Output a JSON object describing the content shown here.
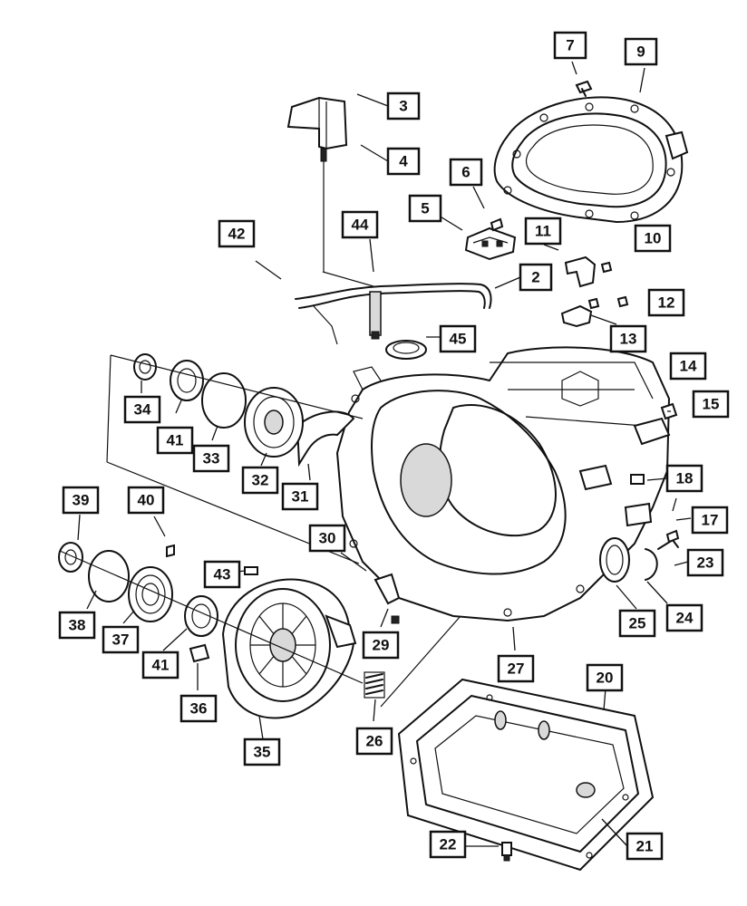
{
  "callouts": [
    {
      "id": "c2",
      "label": "2"
    },
    {
      "id": "c3",
      "label": "3"
    },
    {
      "id": "c4",
      "label": "4"
    },
    {
      "id": "c5",
      "label": "5"
    },
    {
      "id": "c6",
      "label": "6"
    },
    {
      "id": "c7",
      "label": "7"
    },
    {
      "id": "c9",
      "label": "9"
    },
    {
      "id": "c10",
      "label": "10"
    },
    {
      "id": "c11",
      "label": "11"
    },
    {
      "id": "c12",
      "label": "12"
    },
    {
      "id": "c13",
      "label": "13"
    },
    {
      "id": "c14",
      "label": "14"
    },
    {
      "id": "c15",
      "label": "15"
    },
    {
      "id": "c17",
      "label": "17"
    },
    {
      "id": "c18",
      "label": "18"
    },
    {
      "id": "c20",
      "label": "20"
    },
    {
      "id": "c21",
      "label": "21"
    },
    {
      "id": "c22",
      "label": "22"
    },
    {
      "id": "c23",
      "label": "23"
    },
    {
      "id": "c24",
      "label": "24"
    },
    {
      "id": "c25",
      "label": "25"
    },
    {
      "id": "c26",
      "label": "26"
    },
    {
      "id": "c27",
      "label": "27"
    },
    {
      "id": "c29",
      "label": "29"
    },
    {
      "id": "c30",
      "label": "30"
    },
    {
      "id": "c31",
      "label": "31"
    },
    {
      "id": "c32",
      "label": "32"
    },
    {
      "id": "c33",
      "label": "33"
    },
    {
      "id": "c34",
      "label": "34"
    },
    {
      "id": "c35",
      "label": "35"
    },
    {
      "id": "c36",
      "label": "36"
    },
    {
      "id": "c37",
      "label": "37"
    },
    {
      "id": "c38",
      "label": "38"
    },
    {
      "id": "c39",
      "label": "39"
    },
    {
      "id": "c40",
      "label": "40"
    },
    {
      "id": "c41a",
      "label": "41"
    },
    {
      "id": "c41b",
      "label": "41"
    },
    {
      "id": "c42",
      "label": "42"
    },
    {
      "id": "c43",
      "label": "43"
    },
    {
      "id": "c44",
      "label": "44"
    },
    {
      "id": "c45",
      "label": "45"
    }
  ]
}
